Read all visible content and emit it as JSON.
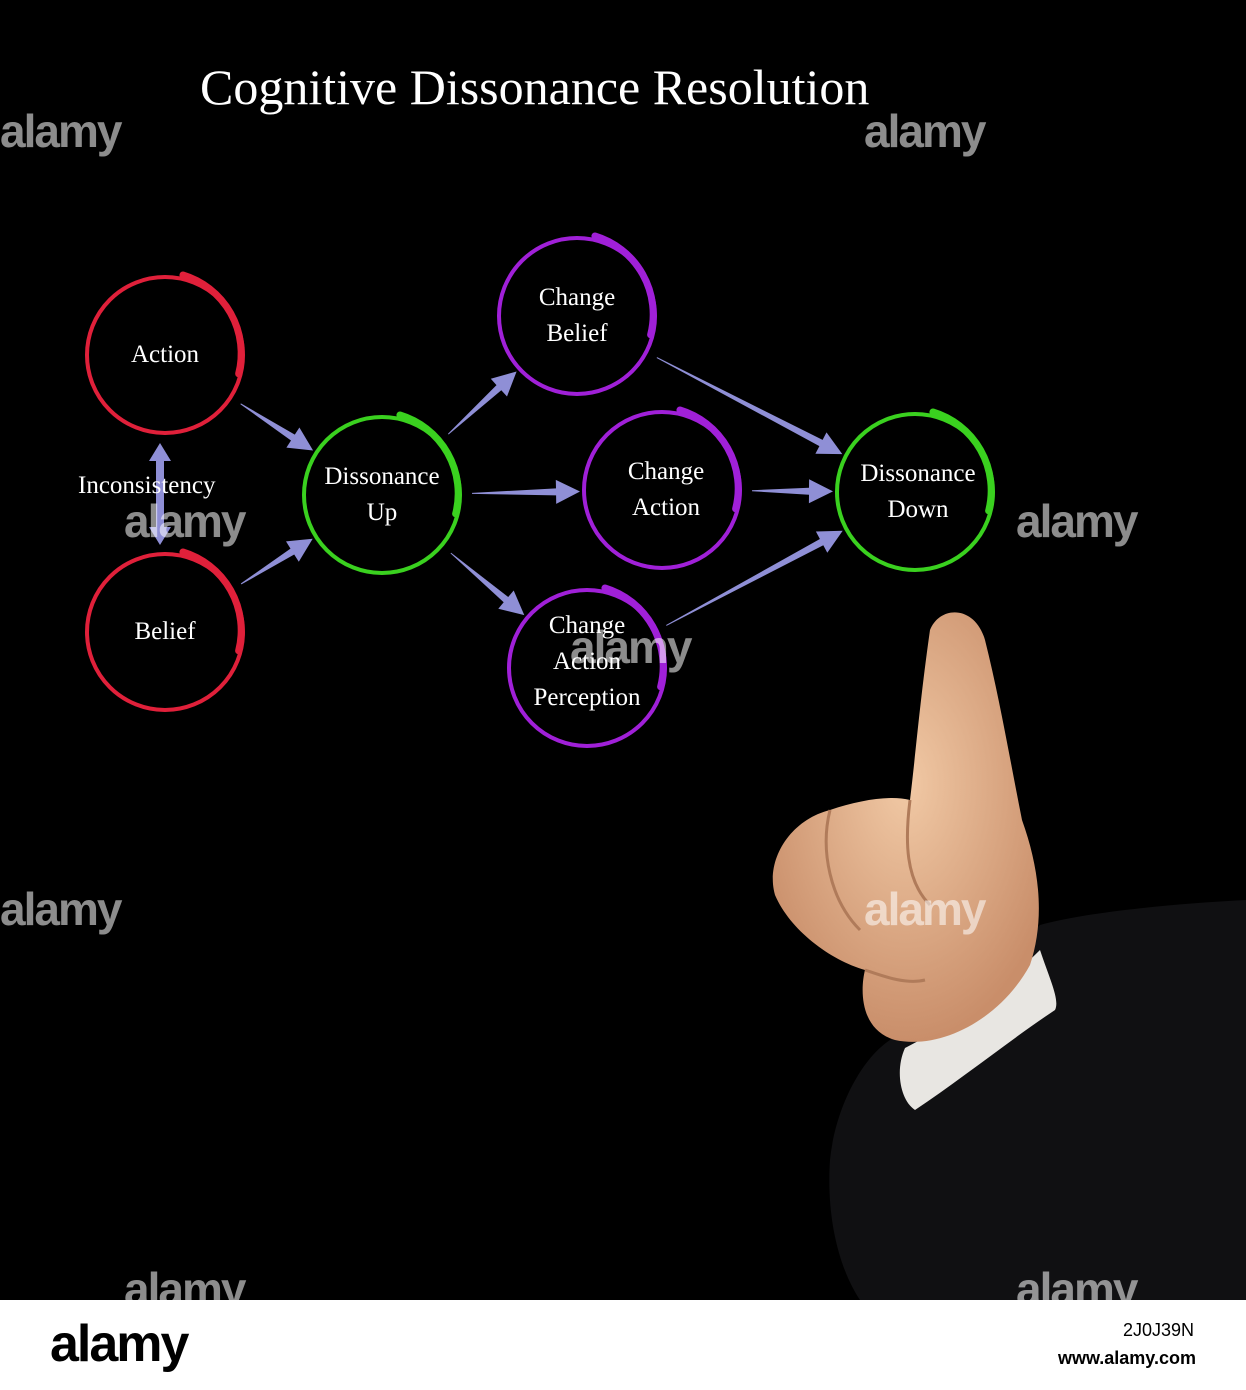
{
  "title": "Cognitive Dissonance Resolution",
  "colors": {
    "background": "#000000",
    "red": "#e0203a",
    "green": "#3ad11f",
    "purple": "#a020d8",
    "arrow": "#8f8fd6",
    "text": "#ffffff"
  },
  "nodes": {
    "action": {
      "lines": [
        "Action"
      ],
      "color": "red"
    },
    "belief": {
      "lines": [
        "Belief"
      ],
      "color": "red"
    },
    "dissonance_up": {
      "lines": [
        "Dissonance",
        "Up"
      ],
      "color": "green"
    },
    "change_belief": {
      "lines": [
        "Change",
        "Belief"
      ],
      "color": "purple"
    },
    "change_action": {
      "lines": [
        "Change",
        "Action"
      ],
      "color": "purple"
    },
    "change_action_perception": {
      "lines": [
        "Change",
        "Action",
        "Perception"
      ],
      "color": "purple"
    },
    "dissonance_down": {
      "lines": [
        "Dissonance",
        "Down"
      ],
      "color": "green"
    }
  },
  "inconsistency_label": "Inconsistency",
  "edges": [
    {
      "from": "action",
      "to": "dissonance_up"
    },
    {
      "from": "belief",
      "to": "dissonance_up"
    },
    {
      "from": "dissonance_up",
      "to": "change_belief"
    },
    {
      "from": "dissonance_up",
      "to": "change_action"
    },
    {
      "from": "dissonance_up",
      "to": "change_action_perception"
    },
    {
      "from": "change_belief",
      "to": "dissonance_down"
    },
    {
      "from": "change_action",
      "to": "dissonance_down"
    },
    {
      "from": "change_action_perception",
      "to": "dissonance_down"
    }
  ],
  "watermark": "alamy",
  "footer": {
    "brand": "alamy",
    "image_id": "2J0J39N",
    "url": "www.alamy.com"
  }
}
